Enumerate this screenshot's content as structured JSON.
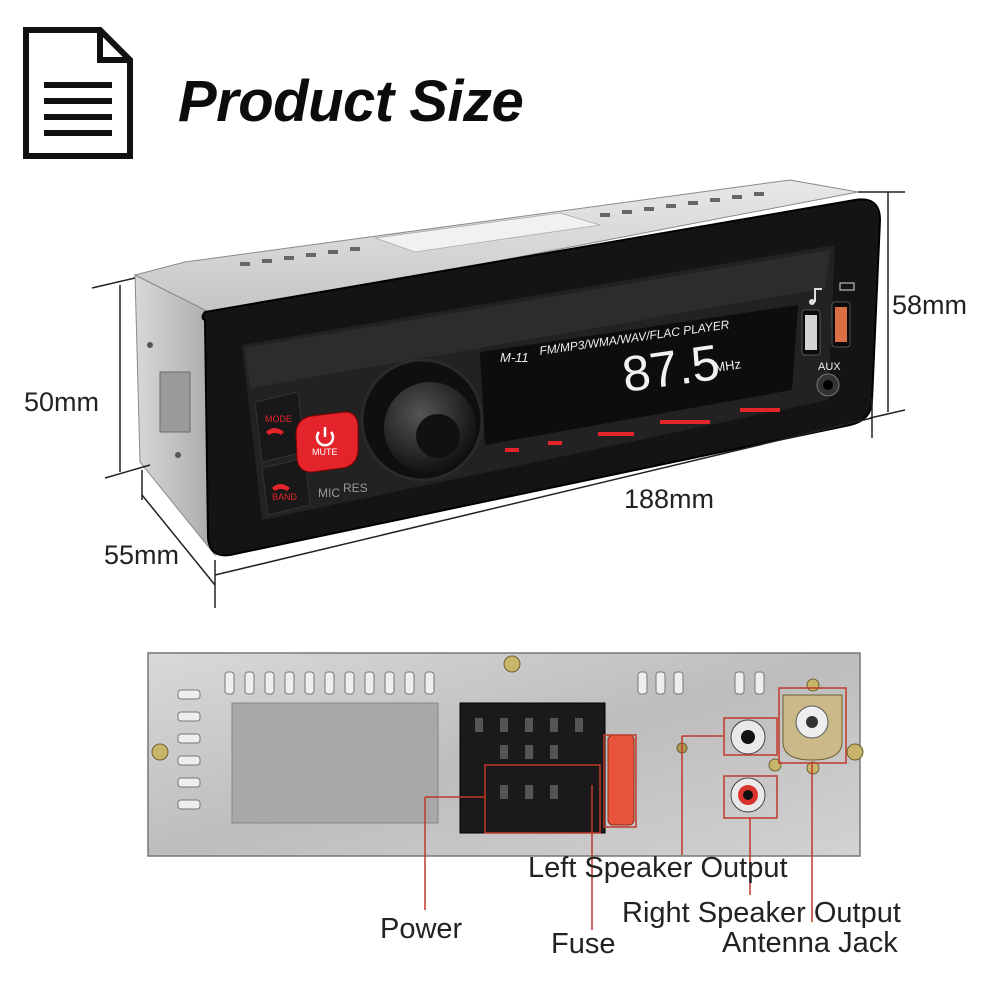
{
  "title": "Product Size",
  "dimensions": {
    "height_front": "58mm",
    "height_side": "50mm",
    "depth": "55mm",
    "width": "188mm"
  },
  "front_panel": {
    "model": "M-11",
    "formats": "FM/MP3/WMA/WAV/FLAC  PLAYER",
    "frequency": "87.5",
    "unit": "MHz",
    "mode_label": "MODE",
    "band_label": "BAND",
    "mute_label": "MUTE",
    "mic_label": "MIC",
    "res_label": "RES",
    "aux_label": "AUX"
  },
  "rear_labels": {
    "left_speaker": "Left Speaker Output",
    "right_speaker": "Right Speaker Output",
    "antenna": "Antenna Jack",
    "power": "Power",
    "fuse": "Fuse"
  },
  "colors": {
    "callout_red": "#c0392b",
    "display_red": "#e3242b",
    "panel_black": "#1a1a1a"
  },
  "icons": [
    "document-icon",
    "power-icon",
    "phone-icon",
    "music-note-icon",
    "charge-icon"
  ]
}
